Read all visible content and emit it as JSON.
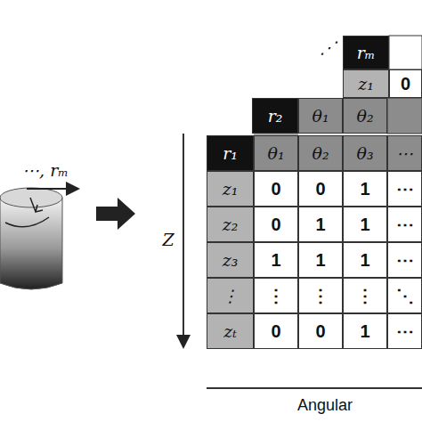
{
  "diagram": {
    "labels": [
      "⋯, rₘ",
      "⋰",
      "rₘ",
      "z₁",
      "0",
      "r₂",
      "θ₁",
      "θ₂",
      "r₁",
      "θ₁",
      "θ₂",
      "θ₃",
      "⋯",
      "z₁",
      "0",
      "0",
      "1",
      "⋯",
      "z₂",
      "0",
      "1",
      "1",
      "⋯",
      "z₃",
      "1",
      "1",
      "1",
      "⋯",
      "⋮",
      "⋮",
      "⋮",
      "⋮",
      "⋱",
      "zₜ",
      "0",
      "0",
      "1",
      "⋯",
      "Z",
      "Angular"
    ]
  }
}
